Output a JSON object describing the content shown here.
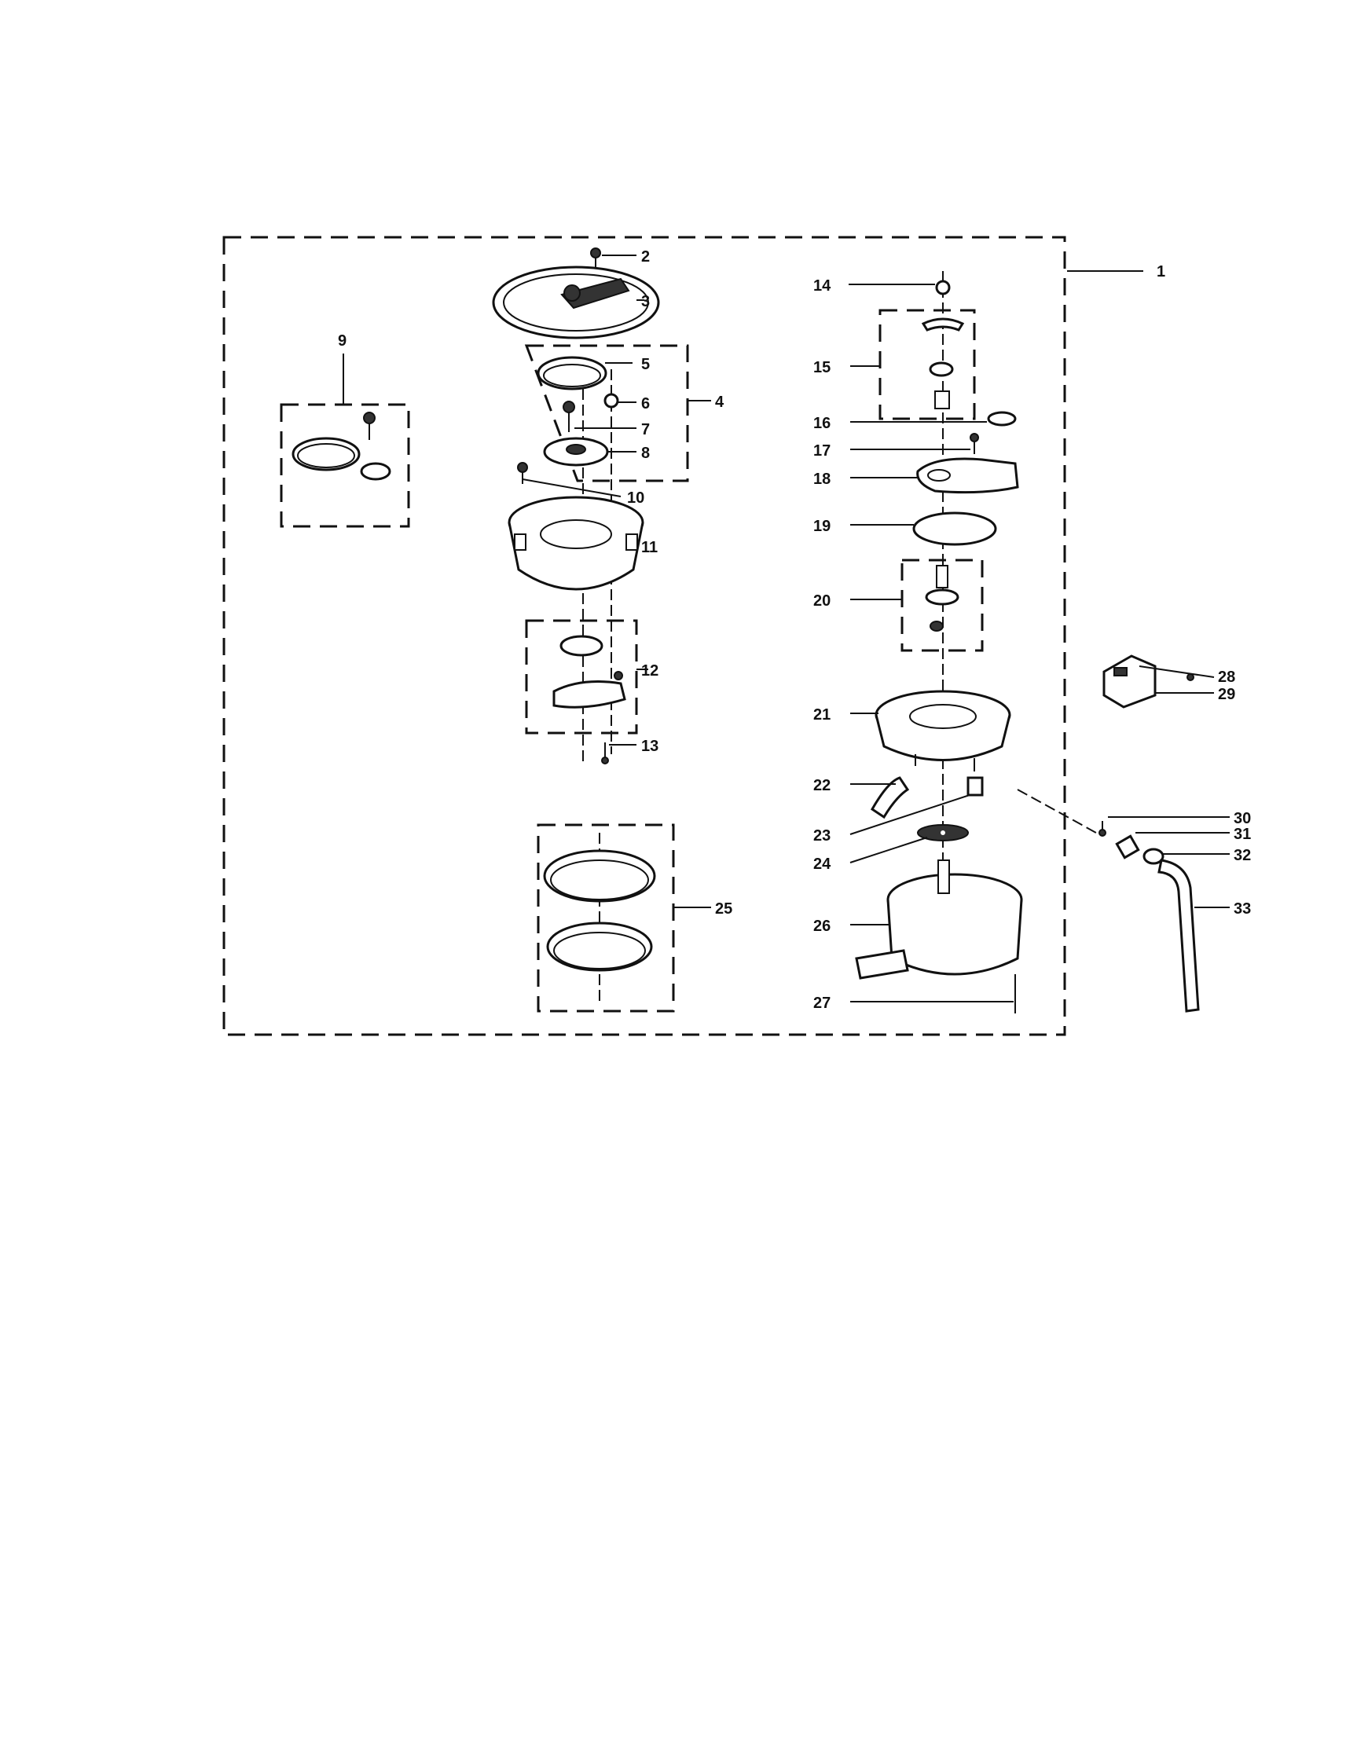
{
  "labels": {
    "p1": "1",
    "p2": "2",
    "p3": "3",
    "p4": "4",
    "p5": "5",
    "p6": "6",
    "p7": "7",
    "p8": "8",
    "p9": "9",
    "p10": "10",
    "p11": "11",
    "p12": "12",
    "p13": "13",
    "p14": "14",
    "p15": "15",
    "p16": "16",
    "p17": "17",
    "p18": "18",
    "p19": "19",
    "p20": "20",
    "p21": "21",
    "p22": "22",
    "p23": "23",
    "p24": "24",
    "p25": "25",
    "p26": "26",
    "p27": "27",
    "p28": "28",
    "p29": "29",
    "p30": "30",
    "p31": "31",
    "p32": "32",
    "p33": "33"
  }
}
